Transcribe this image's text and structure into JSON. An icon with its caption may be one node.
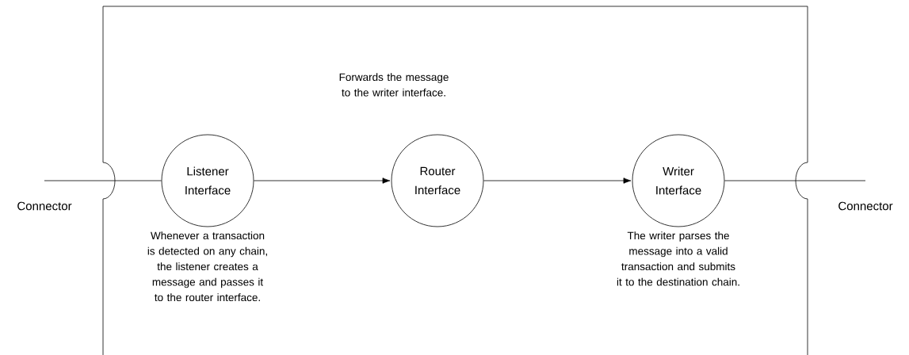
{
  "diagram": {
    "nodes": [
      {
        "text": [],
        "shape": "box"
      },
      {
        "text": [
          "Connector"
        ]
      },
      {
        "text": [
          "Listener Interface"
        ],
        "in": 0,
        "beside": [
          "Whenever a transaction is detected on any chain, the listener creates a message and passes it to the router interface."
        ]
      },
      {
        "text": [
          "Router Interface"
        ],
        "in": 0,
        "beside": [
          "Forwards the message to the writer interface."
        ]
      },
      {
        "text": [
          "Writer Interface"
        ],
        "in": 0,
        "beside": [
          "The writer parses the message into a valid transaction and submits it to the destination chain."
        ]
      },
      {
        "text": [
          "Connector"
        ]
      }
    ],
    "edges": [
      {
        "from": 1,
        "to": 2,
        "arrow": "none"
      },
      {
        "from": 2,
        "to": 3,
        "arrow": "to"
      },
      {
        "from": 3,
        "to": 4,
        "arrow": "to"
      },
      {
        "from": 4,
        "to": 5,
        "arrow": "none"
      }
    ]
  }
}
